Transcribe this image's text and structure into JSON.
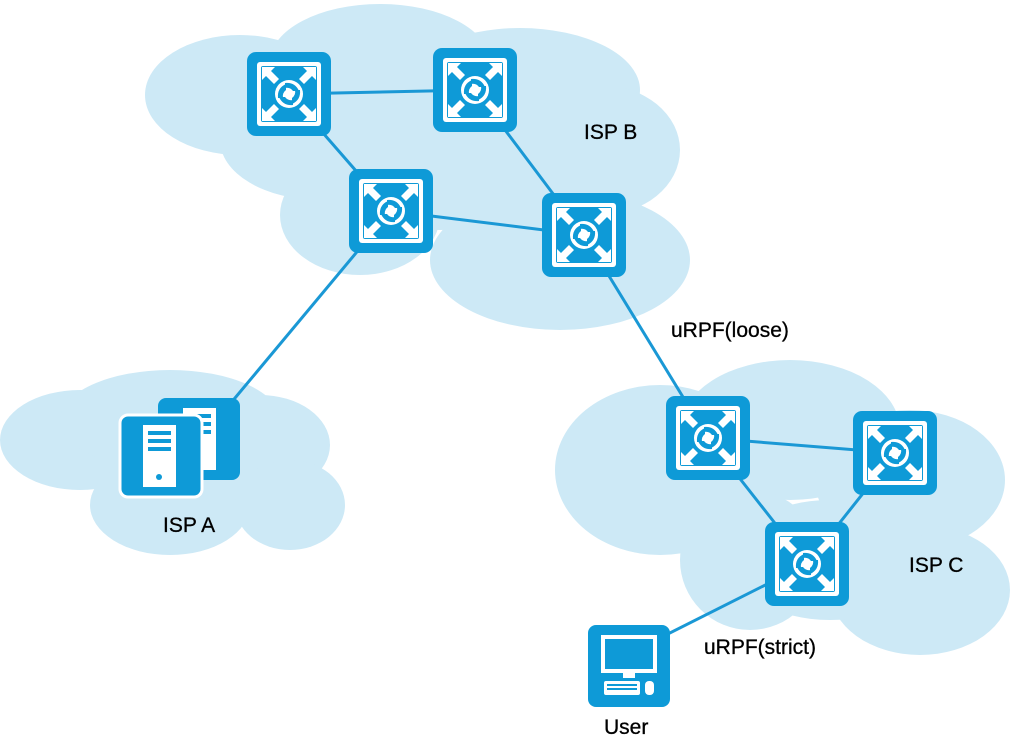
{
  "colors": {
    "cloud": "#cde9f6",
    "device": "#0e9ad7",
    "link": "#1a98d5",
    "icon_inner": "#ffffff"
  },
  "regions": {
    "isp_a": "ISP A",
    "isp_b": "ISP B",
    "isp_c": "ISP C"
  },
  "annotations": {
    "loose_link": "uRPF(loose)",
    "strict_link": "uRPF(strict)"
  },
  "nodes": {
    "user": "User"
  },
  "icons": {
    "router": "router-icon",
    "server": "server-icon",
    "pc": "pc-icon"
  }
}
